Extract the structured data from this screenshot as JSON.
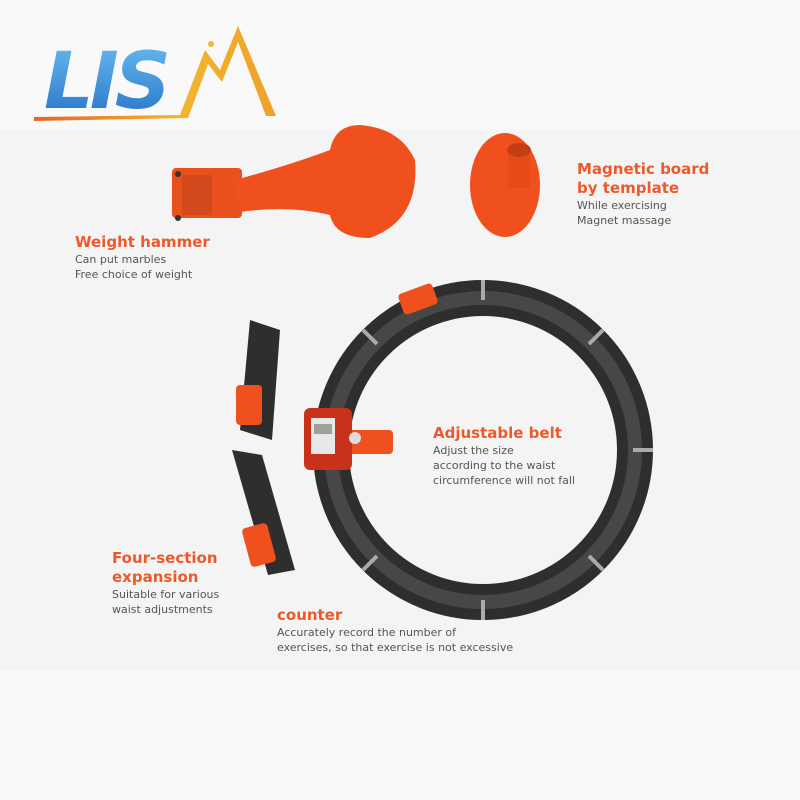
{
  "brand": {
    "logo_text": "LISM"
  },
  "colors": {
    "accent": "#ec5a2c",
    "ring": "#2e2e2e",
    "logo_blue": "#2f86d6",
    "logo_gold": "#f2b531"
  },
  "features": [
    {
      "title": "Weight hammer",
      "lines": [
        "Can put marbles",
        "Free choice of weight"
      ]
    },
    {
      "title": "Magnetic board",
      "title2": "by template",
      "lines": [
        "While exercising",
        "Magnet massage"
      ]
    },
    {
      "title": "Adjustable belt",
      "lines": [
        "Adjust the size",
        "according to the waist",
        "circumference will not fall"
      ]
    },
    {
      "title": "Four-section",
      "title2": "expansion",
      "lines": [
        "Suitable for various",
        "waist adjustments"
      ]
    },
    {
      "title": "counter",
      "lines": [
        "Accurately record the number of",
        "exercises, so that exercise is not excessive"
      ]
    }
  ]
}
